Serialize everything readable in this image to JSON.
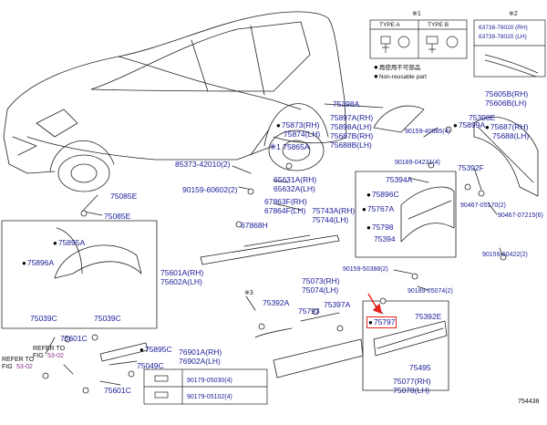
{
  "legend": {
    "mark1": "※1",
    "mark2": "※2",
    "type_a": "TYPE A",
    "type_b": "TYPE B",
    "parts_2": [
      "63738-78020 (RH)",
      "63739-78020 (LH)"
    ],
    "non_reusable_jp": "再使用不可部品",
    "non_reusable_en": "Non-reusable part"
  },
  "labels": {
    "p75398A": "75398A",
    "p75897A": "75897A(RH)",
    "p75898A": "75898A(LH)",
    "p75687B": "75687B(RH)",
    "p75688B": "75688B(LH)",
    "p75873": "75873(RH)",
    "p75874": "75874(LH)",
    "p75865A": "※1 75865A",
    "p85373": "85373-42010(2)",
    "p90159_60602": "90159-60602(2)",
    "p65631A": "65631A(RH)",
    "p65632A": "65632A(LH)",
    "p75085E_a": "75085E",
    "p75085E_b": "75085E",
    "p67863F": "67863F(RH)",
    "p67864F": "67864F(LH)",
    "p67868H": "67868H",
    "p75743A": "75743A(RH)",
    "p75744": "75744(LH)",
    "p75605B": "75605B(RH)",
    "p75606B": "75606B(LH)",
    "p75398E": "75398E",
    "p75899A": "75899A",
    "p75687": "75687(RH)",
    "p75688": "75688(LH)",
    "p90159_40085": "90159-40085(4)",
    "p90189_04231": "90189-04231(4)",
    "p75392F": "75392F",
    "p90467_05170": "90467-05170(2)",
    "p90467_07215": "90467-07215(6)",
    "p90159_60422": "90159-60422(2)",
    "p75394A": "75394A",
    "p75896C": "75896C",
    "p75767A": "75767A",
    "p75798": "75798",
    "p75394": "75394",
    "p75895A": "75895A",
    "p75896A": "75896A",
    "p75601A": "75601A(RH)",
    "p75602A": "75602A(LH)",
    "p75039C_a": "75039C",
    "p75039C_b": "75039C",
    "p75601C_a": "75601C",
    "p75601C_b": "75601C",
    "p90159_50388": "90159-50388(2)",
    "p90189_05074": "90189-05074(2)",
    "p75073": "75073(RH)",
    "p75074": "75074(LH)",
    "mark_s3": "※3",
    "p75392A": "75392A",
    "p75793": "75793",
    "p75397A": "75397A",
    "p75797": "75797",
    "p75392E": "75392E",
    "p75495": "75495",
    "p75077": "75077(RH)",
    "p75078": "75078(LH)",
    "p75895C": "75895C",
    "p75049C": "75049C",
    "p76901A": "76901A(RH)",
    "p76902A": "76902A(LH)",
    "p90179_05030": "90179-05030(4)",
    "p90179_05102": "90179-05102(4)",
    "refer1_a": "REFER TO",
    "refer1_b": "FIG",
    "refer1_fig": "53-02",
    "refer2_a": "REFER TO",
    "refer2_b": "FIG",
    "refer2_fig": "53-02",
    "fig_number": "754438"
  },
  "colors": {
    "part_label": "#1a1a99",
    "refer_label": "#8a2f8f",
    "highlight": "#e8201a",
    "line": "#222222"
  },
  "highlighted_part": "75797"
}
